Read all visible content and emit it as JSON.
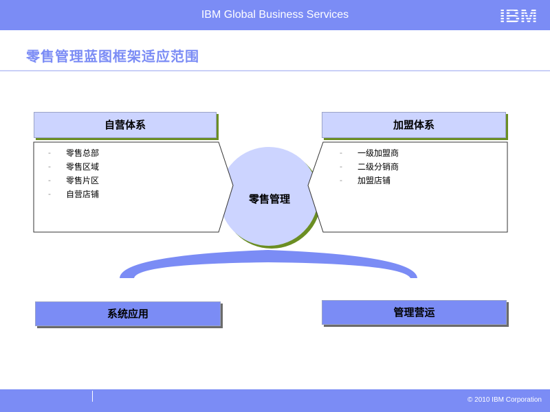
{
  "header": {
    "title": "IBM Global Business Services",
    "logo_text": "IBM"
  },
  "slide": {
    "title": "零售管理蓝图框架适应范围"
  },
  "diagram": {
    "left": {
      "header": "自营体系",
      "items": [
        "零售总部",
        "零售区域",
        "零售片区",
        "自营店铺"
      ]
    },
    "right": {
      "header": "加盟体系",
      "items": [
        "一级加盟商",
        "二级分销商",
        "加盟店铺"
      ]
    },
    "center": {
      "label": "零售管理"
    },
    "bottom_left": "系统应用",
    "bottom_right": "管理营运",
    "bullet_glyph": "-"
  },
  "footer": {
    "copyright": "© 2010 IBM  Corporation"
  },
  "colors": {
    "brand": "#7b8cf5",
    "header_box": "#ccd4ff",
    "circle": "#ccd4ff",
    "accent_green": "#6b8e23"
  }
}
